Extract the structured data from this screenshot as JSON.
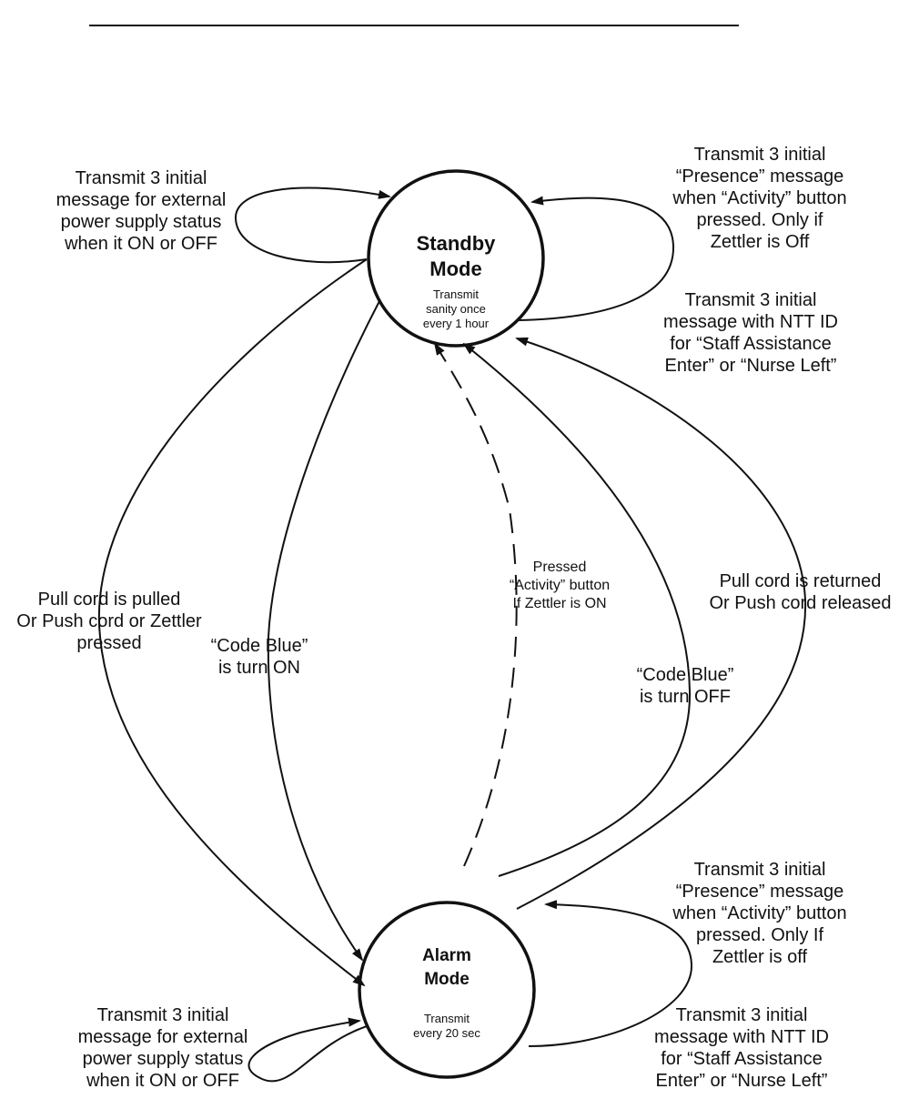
{
  "states": {
    "standby": {
      "title": "Standby\nMode",
      "subtitle": "Transmit\nsanity once\nevery 1 hour"
    },
    "alarm": {
      "title": "Alarm\nMode",
      "subtitle": "Transmit\nevery 20 sec"
    }
  },
  "labels": {
    "standby_self_left": "Transmit 3 initial\nmessage for external\npower supply status\nwhen it ON or OFF",
    "standby_self_right_presence": "Transmit 3 initial\n“Presence” message\nwhen “Activity” button\npressed. Only if\nZettler is Off",
    "standby_self_right_ntt": "Transmit 3 initial\nmessage with NTT ID\nfor “Staff Assistance\nEnter” or “Nurse Left”",
    "pull_cord_pulled": "Pull cord is pulled\nOr Push cord or Zettler\npressed",
    "code_blue_on": "“Code Blue”\nis turn ON",
    "activity_pressed": "Pressed\n“Activity” button\nIf Zettler is ON",
    "code_blue_off": "“Code Blue”\nis turn OFF",
    "pull_cord_returned": "Pull cord is returned\nOr Push cord released",
    "alarm_self_right_presence": "Transmit 3 initial\n“Presence” message\nwhen “Activity” button\npressed. Only If\nZettler is off",
    "alarm_self_right_ntt": "Transmit 3 initial\nmessage with NTT ID\nfor “Staff Assistance\nEnter” or “Nurse Left”",
    "alarm_self_left": "Transmit 3 initial\nmessage for external\npower supply status\nwhen it ON or OFF"
  }
}
